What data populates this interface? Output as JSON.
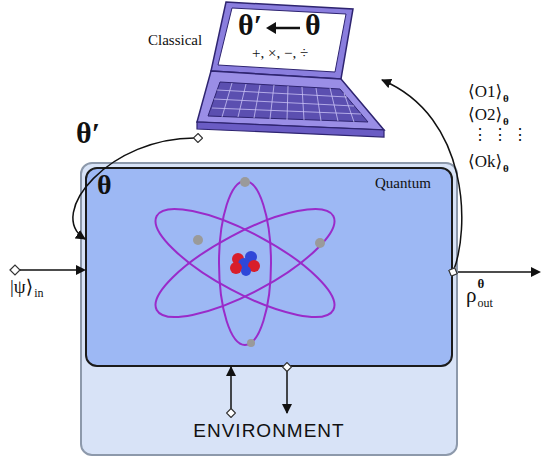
{
  "diagram": {
    "nodes": [
      {
        "text": [
          "Classical",
          "θ′",
          "θ",
          "+, ×, −, ÷"
        ]
      },
      {
        "text": [
          "ENVIRONMENT"
        ]
      },
      {
        "text": [
          "θ",
          "Quantum"
        ],
        "in": 1
      }
    ],
    "edges": [
      {
        "from": 0,
        "to": 2,
        "label": "θ′",
        "arrow": "to"
      },
      {
        "from": 2,
        "to": 0,
        "arrow": "to"
      },
      {
        "from": 1,
        "to": 2,
        "arrow": "to"
      },
      {
        "from": 2,
        "to": 1,
        "arrow": "to"
      }
    ],
    "labels": [
      "|ψ⟩",
      "in",
      "ρ",
      "θ",
      "out",
      "⟨O1⟩",
      "θ",
      "⟨O2⟩",
      "θ",
      "⋮ ⋮ ⋮",
      "⟨Ok⟩",
      "θ"
    ]
  }
}
